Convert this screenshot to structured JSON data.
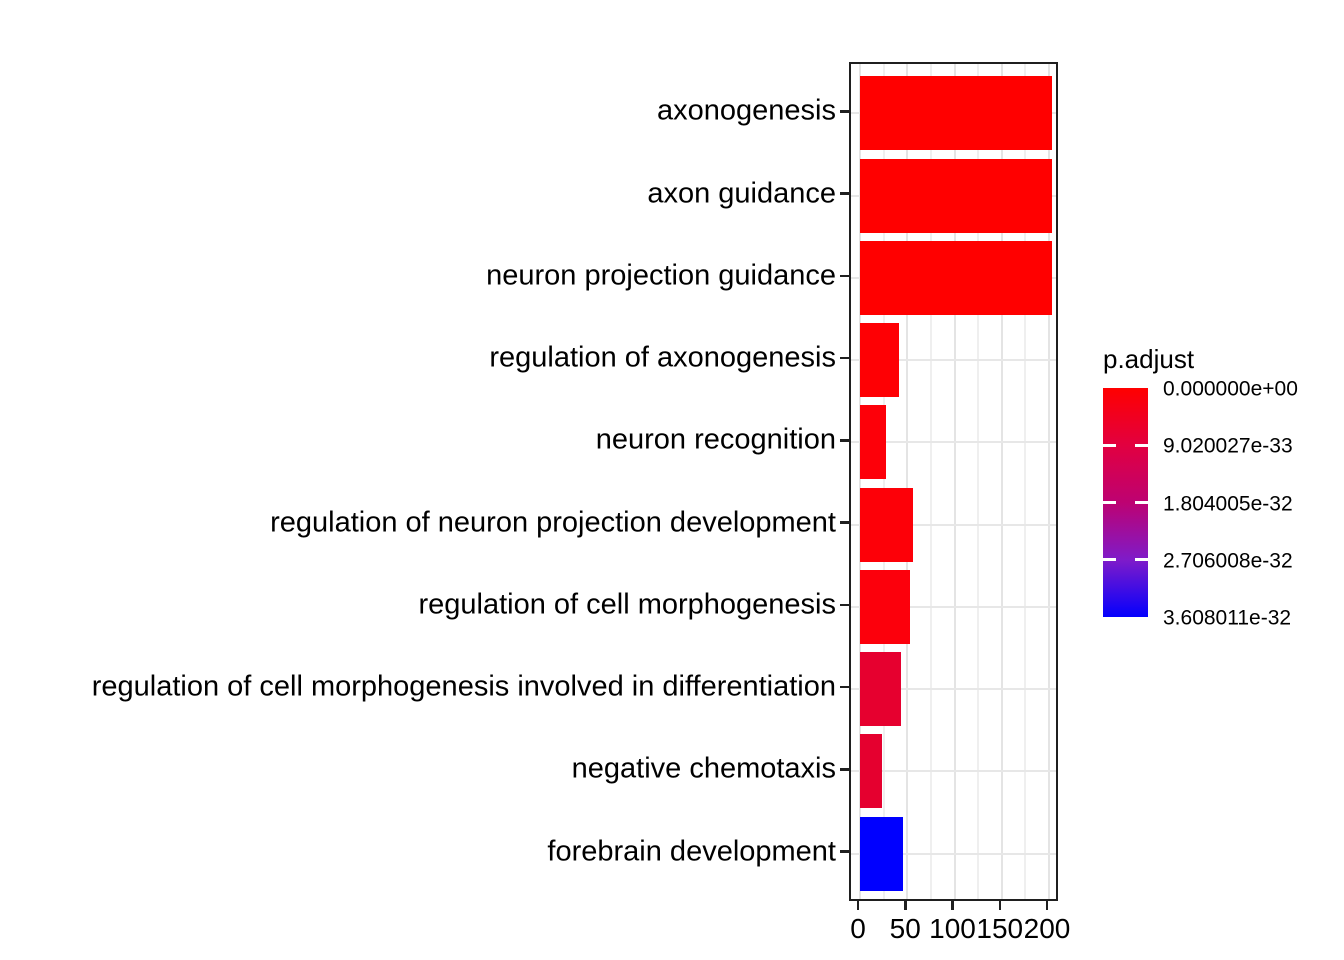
{
  "chart_data": {
    "type": "bar",
    "orientation": "horizontal",
    "title": "",
    "xlabel": "",
    "ylabel": "",
    "categories": [
      "axonogenesis",
      "axon guidance",
      "neuron projection guidance",
      "regulation of axonogenesis",
      "neuron recognition",
      "regulation of neuron projection development",
      "regulation of cell morphogenesis",
      "regulation of cell morphogenesis involved in differentiation",
      "negative chemotaxis",
      "forebrain development"
    ],
    "values": [
      203,
      203,
      203,
      41,
      28,
      56,
      53,
      43,
      23,
      46
    ],
    "bar_colors": [
      "#FF0000",
      "#FF0000",
      "#FF0000",
      "#FE0004",
      "#FD0009",
      "#FD0008",
      "#FC000C",
      "#E6002F",
      "#E5002F",
      "#0000FF"
    ],
    "x_ticks": [
      0,
      50,
      100,
      150,
      200
    ],
    "x_tick_labels": [
      "0",
      "50",
      "100",
      "150",
      "200"
    ],
    "xlim": [
      0,
      203
    ],
    "grid": true,
    "legend_position": "right",
    "legend": {
      "title": "p.adjust",
      "tick_labels": [
        "0.000000e+00",
        "9.020027e-33",
        "1.804005e-32",
        "2.706008e-32",
        "3.608011e-32"
      ],
      "gradient_stops": [
        "#FF0000",
        "#E20040",
        "#BD0272",
        "#7F1BC9",
        "#0400FD"
      ],
      "top_color": "#FF0000",
      "bottom_color": "#0000FF"
    }
  }
}
